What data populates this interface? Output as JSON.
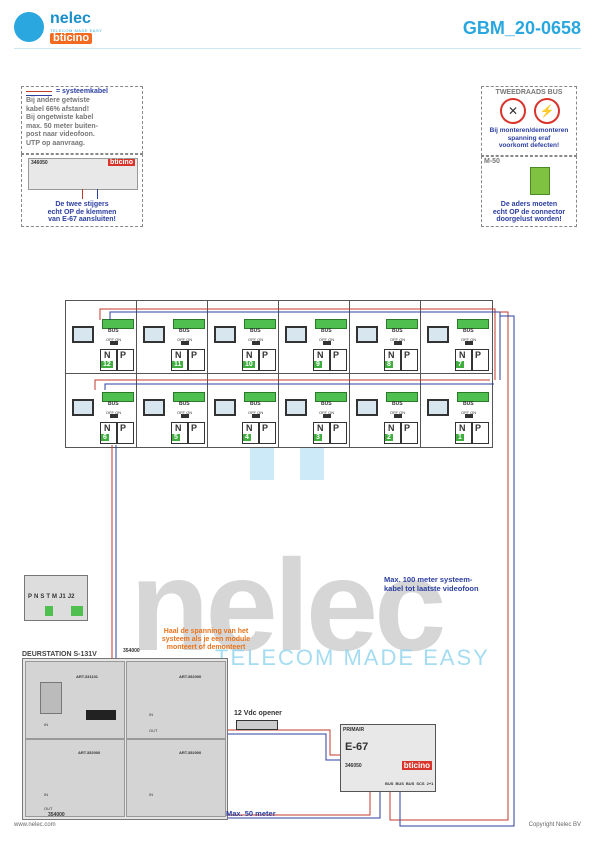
{
  "header": {
    "logo_name": "nelec",
    "logo_tagline": "TELECOM MADE EASY",
    "logo_brand": "bticino",
    "doc_code": "GBM_20-0658"
  },
  "note_left": {
    "legend": "= systeemkabel",
    "lines": [
      "Bij andere getwiste",
      "kabel 66% afstand!",
      "Bij ongetwiste kabel",
      "max. 50 meter buiten-",
      "post naar videofoon.",
      "UTP op aanvraag."
    ],
    "device_code": "346050",
    "device_brand": "bticino",
    "bottom_lines": [
      "De twee stijgers",
      "echt OP de klemmen",
      "van E-67 aansluiten!"
    ]
  },
  "note_right": {
    "title": "TWEEDRAADS BUS",
    "lines": [
      "Bij monteren/demonteren",
      "spanning eraf",
      "voorkomt defecten!"
    ],
    "device_code": "M-50",
    "bottom_lines": [
      "De aders moeten",
      "echt OP de connector",
      "doorgelust worden!"
    ]
  },
  "videophone": {
    "bus_label": "BUS",
    "offon_label": "OFF ON",
    "n_label": "N",
    "p_label": "P"
  },
  "videophones_row1": [
    "12",
    "11",
    "10",
    "9",
    "8",
    "7"
  ],
  "videophones_row2": [
    "6",
    "5",
    "4",
    "3",
    "2",
    "1"
  ],
  "terminal_labels": [
    "P",
    "N",
    "S",
    "T",
    "M",
    "J1",
    "J2"
  ],
  "door_station": {
    "title": "DEURSTATION S-131V",
    "module_top": "354000",
    "module_bottom": "354000",
    "in_label": "IN",
    "out_label": "OUT",
    "art_main": "ART.331101",
    "art_sub": "ART.352000"
  },
  "warning_orange": [
    "Haal de spanning van het",
    "systeem als je een module",
    "monteert of demonteert"
  ],
  "opener_label": "12 Vdc opener",
  "max_100": [
    "Max. 100 meter systeem-",
    "kabel tot laatste videofoon"
  ],
  "max_50": "Max. 50 meter",
  "power": {
    "primary_label": "PRIMAIR",
    "name": "E-67",
    "code": "346050",
    "brand": "bticino",
    "terminals": [
      "BUS",
      "BUS",
      "BUS",
      "SCS",
      "2+1"
    ]
  },
  "watermark": {
    "big": "nelec",
    "small": "TELECOM MADE EASY"
  },
  "footer": {
    "left": "www.nelec.com",
    "right": "Copyright Nelec BV"
  },
  "colors": {
    "accent": "#2aa7df",
    "blue_text": "#2b3fa0",
    "orange": "#e8731b",
    "wire_red": "#c0392b",
    "wire_blue": "#2b3fa0"
  }
}
